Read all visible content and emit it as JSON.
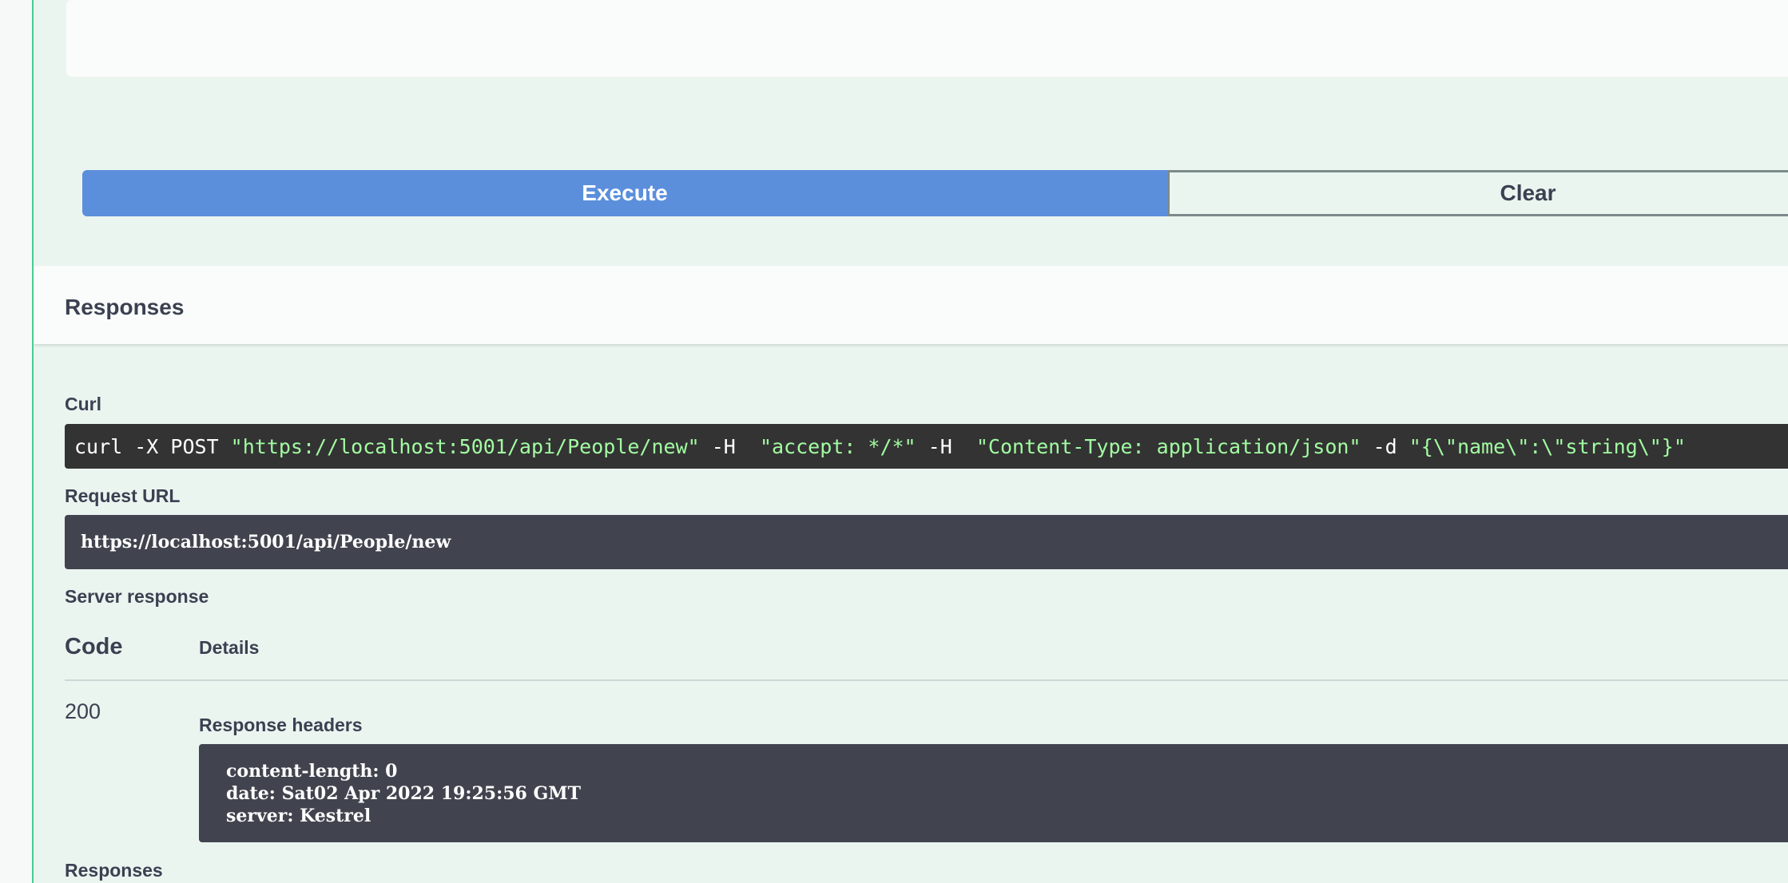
{
  "request": {
    "execute_label": "Execute",
    "clear_label": "Clear"
  },
  "responses": {
    "title": "Responses",
    "curl_label": "Curl",
    "curl_parts": {
      "p1": "curl -X POST ",
      "s1": "\"https://localhost:5001/api/People/new\"",
      "p2": " -H  ",
      "s2": "\"accept: */*\"",
      "p3": " -H  ",
      "s3": "\"Content-Type: application/json\"",
      "p4": " -d ",
      "s4": "\"{\\\"name\\\":\\\"string\\\"}\""
    },
    "request_url_label": "Request URL",
    "request_url": "https://localhost:5001/api/People/new",
    "server_response_label": "Server response",
    "code_header": "Code",
    "details_header": "Details",
    "status_code": "200",
    "response_headers_label": "Response headers",
    "response_headers": [
      "content-length: 0",
      "date: Sat02 Apr 2022 19:25:56 GMT",
      "server: Kestrel"
    ],
    "bottom_label": "Responses"
  },
  "colors": {
    "execute_blue": "#5b8fdc",
    "panel_green": "#ebf5f0",
    "border_green": "#49cc90",
    "code_bg": "#41444e",
    "curl_string": "#a2fca2"
  }
}
